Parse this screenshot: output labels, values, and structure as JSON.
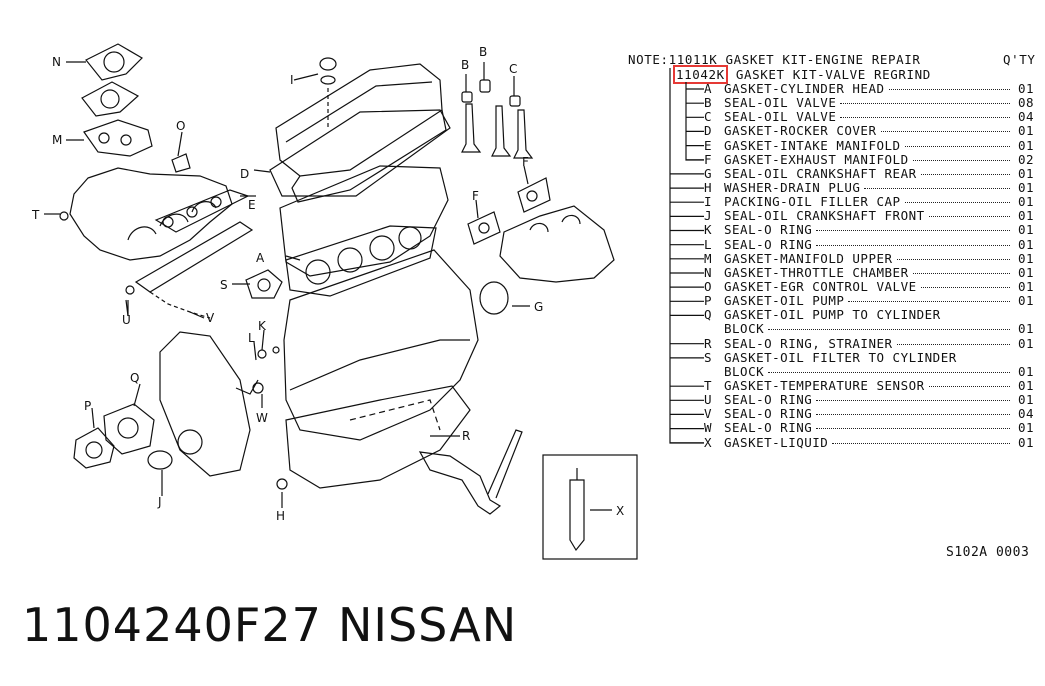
{
  "header": {
    "note_prefix": "NOTE:",
    "engine_kit": "11011K GASKET KIT-ENGINE REPAIR",
    "qty_label": "Q'TY",
    "valve_kit_code": "11042K",
    "valve_kit_label": " GASKET KIT-VALVE REGRIND"
  },
  "parts": [
    {
      "letter": "A",
      "desc": "GASKET-CYLINDER HEAD",
      "qty": "01"
    },
    {
      "letter": "B",
      "desc": "SEAL-OIL VALVE",
      "qty": "08"
    },
    {
      "letter": "C",
      "desc": "SEAL-OIL VALVE",
      "qty": "04"
    },
    {
      "letter": "D",
      "desc": "GASKET-ROCKER COVER",
      "qty": "01"
    },
    {
      "letter": "E",
      "desc": "GASKET-INTAKE MANIFOLD",
      "qty": "01"
    },
    {
      "letter": "F",
      "desc": "GASKET-EXHAUST MANIFOLD",
      "qty": "02"
    },
    {
      "letter": "G",
      "desc": "SEAL-OIL CRANKSHAFT REAR",
      "qty": "01"
    },
    {
      "letter": "H",
      "desc": "WASHER-DRAIN PLUG",
      "qty": "01"
    },
    {
      "letter": "I",
      "desc": "PACKING-OIL FILLER CAP",
      "qty": "01"
    },
    {
      "letter": "J",
      "desc": "SEAL-OIL CRANKSHAFT FRONT",
      "qty": "01"
    },
    {
      "letter": "K",
      "desc": "SEAL-O RING",
      "qty": "01"
    },
    {
      "letter": "L",
      "desc": "SEAL-O RING",
      "qty": "01"
    },
    {
      "letter": "M",
      "desc": "GASKET-MANIFOLD UPPER",
      "qty": "01"
    },
    {
      "letter": "N",
      "desc": "GASKET-THROTTLE CHAMBER",
      "qty": "01"
    },
    {
      "letter": "O",
      "desc": "GASKET-EGR CONTROL VALVE",
      "qty": "01"
    },
    {
      "letter": "P",
      "desc": "GASKET-OIL PUMP",
      "qty": "01"
    },
    {
      "letter": "Q",
      "desc": "GASKET-OIL PUMP TO CYLINDER",
      "qty": ""
    },
    {
      "letter": "",
      "desc": "BLOCK",
      "qty": "01"
    },
    {
      "letter": "R",
      "desc": "SEAL-O RING, STRAINER",
      "qty": "01"
    },
    {
      "letter": "S",
      "desc": "GASKET-OIL FILTER TO CYLINDER",
      "qty": ""
    },
    {
      "letter": "",
      "desc": "BLOCK",
      "qty": "01"
    },
    {
      "letter": "T",
      "desc": "GASKET-TEMPERATURE SENSOR",
      "qty": "01"
    },
    {
      "letter": "U",
      "desc": "SEAL-O RING",
      "qty": "01"
    },
    {
      "letter": "V",
      "desc": "SEAL-O RING",
      "qty": "04"
    },
    {
      "letter": "W",
      "desc": "SEAL-O RING",
      "qty": "01"
    },
    {
      "letter": "X",
      "desc": "GASKET-LIQUID",
      "qty": "01"
    }
  ],
  "diagram_code": "S102A 0003",
  "part_number": "1104240F27",
  "brand": "NISSAN",
  "callouts": [
    "A",
    "B",
    "B",
    "C",
    "D",
    "E",
    "F",
    "F",
    "G",
    "H",
    "I",
    "J",
    "K",
    "L",
    "M",
    "N",
    "O",
    "P",
    "Q",
    "R",
    "S",
    "T",
    "U",
    "V",
    "W",
    "X"
  ]
}
